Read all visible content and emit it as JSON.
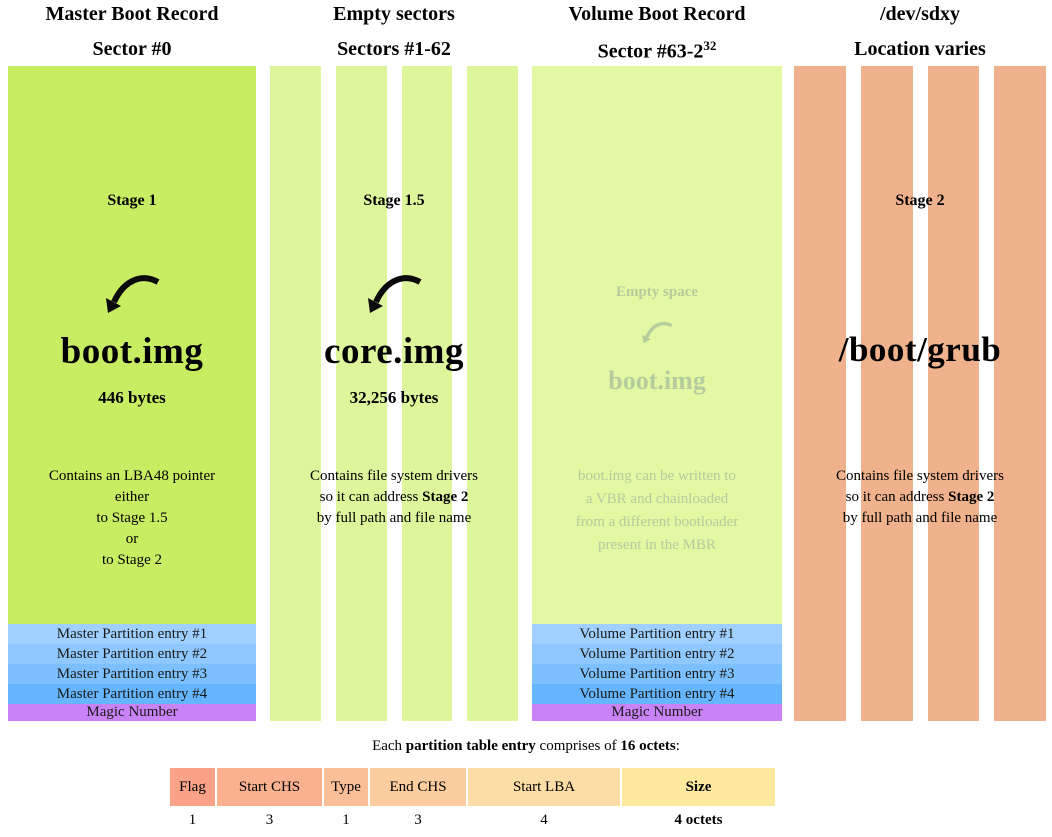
{
  "colors": {
    "mbr_green": "#c8ed62",
    "empty_sector_green": "#ddf69b",
    "vbr_pale_green": "#e2f8a3",
    "vbr_faded_text": "#b5cc9e",
    "dev_salmon": "#f0b28c",
    "partition_blue_1": "#a0d0ff",
    "partition_blue_2": "#8fc8ff",
    "partition_blue_3": "#7cc0ff",
    "partition_blue_4": "#65b5ff",
    "magic_purple": "#c983f7",
    "cell_flag": "#f9a288",
    "cell_start_chs": "#fab190",
    "cell_type": "#fbbf98",
    "cell_end_chs": "#fcce9f",
    "cell_start_lba": "#fddda6",
    "cell_size": "#ffe99e"
  },
  "columns": [
    {
      "header_line1": "Master Boot Record",
      "header_line2": "Sector #0",
      "stage_label": "Stage 1",
      "big_label": "boot.img",
      "size_label": "446 bytes",
      "desc_lines": [
        "Contains an LBA48 pointer",
        "either",
        "to Stage 1.5",
        "or",
        "to Stage 2"
      ],
      "partition_entries": [
        "Master Partition entry #1",
        "Master Partition entry #2",
        "Master Partition entry #3",
        "Master Partition entry #4"
      ],
      "magic_label": "Magic Number"
    },
    {
      "header_line1": "Empty sectors",
      "header_line2": "Sectors #1-62",
      "stage_label": "Stage 1.5",
      "big_label": "core.img",
      "size_label": "32,256 bytes",
      "desc": {
        "line1": "Contains file system drivers",
        "line2_pre": "so it can address ",
        "line2_bold": "Stage 2",
        "line3": "by full path and file name"
      }
    },
    {
      "header_line1": "Volume Boot Record",
      "header_line2_base": "Sector #63-2",
      "header_line2_sup": "32",
      "empty_space_label": "Empty space",
      "big_label": "boot.img",
      "desc_lines": [
        "boot.img can be written to",
        "a VBR and chainloaded",
        "from a different bootloader",
        "present in the MBR"
      ],
      "partition_entries": [
        "Volume Partition entry #1",
        "Volume Partition entry #2",
        "Volume Partition entry #3",
        "Volume Partition entry #4"
      ],
      "magic_label": "Magic Number"
    },
    {
      "header_line1": "/dev/sdxy",
      "header_line2": "Location varies",
      "stage_label": "Stage 2",
      "big_label": "/boot/grub",
      "desc": {
        "line1": "Contains file system drivers",
        "line2_pre": "so it can address ",
        "line2_bold": "Stage 2",
        "line3": "by full path and file name"
      }
    }
  ],
  "footer": {
    "sentence": {
      "pre": "Each ",
      "bold1": "partition table entry",
      "mid": " comprises of ",
      "bold2": "16 octets",
      "post": ":"
    },
    "cells": [
      {
        "label": "Flag",
        "octets": "1"
      },
      {
        "label": "Start CHS",
        "octets": "3"
      },
      {
        "label": "Type",
        "octets": "1"
      },
      {
        "label": "End CHS",
        "octets": "3"
      },
      {
        "label": "Start LBA",
        "octets": "4"
      },
      {
        "label": "Size",
        "octets": "4  octets"
      }
    ]
  }
}
